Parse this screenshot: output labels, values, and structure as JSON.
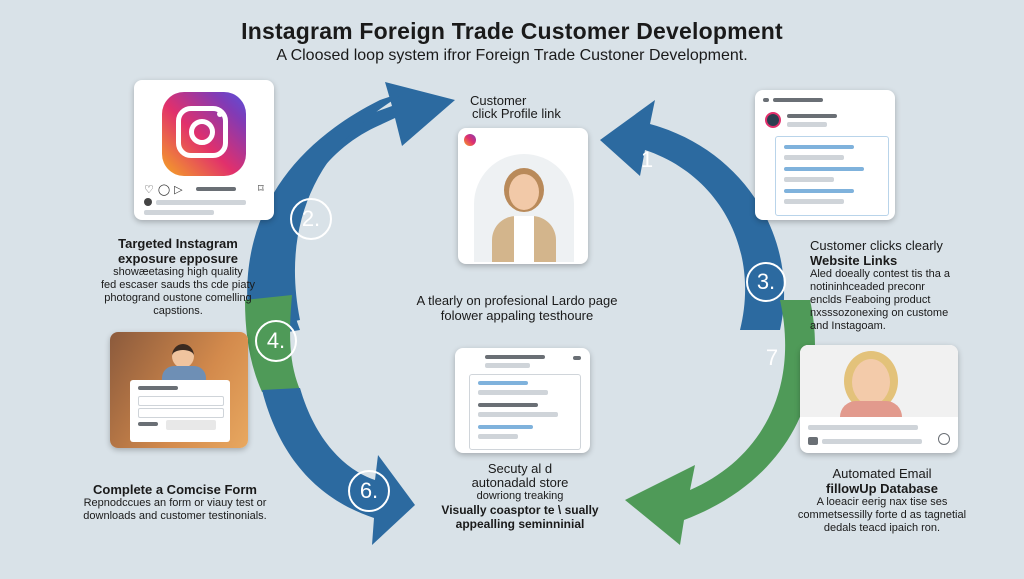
{
  "header": {
    "title": "Instagram Foreign Trade Customer Development",
    "subtitle": "A Cloosed loop system ifror Foreign Trade Custoner Development."
  },
  "colors": {
    "blue_arrow": "#2c6aa0",
    "green_arrow": "#4f9a58",
    "background": "#d9e2e8"
  },
  "steps": {
    "top": {
      "title_line1": "Customer",
      "title_line2": "click Profile link"
    },
    "left_top": {
      "number": "2.",
      "title_line1": "Targeted Instagram",
      "title_line2": "exposure epposure",
      "body_line1": "showæetasing high quality",
      "body_line2": "fed escaser sauds ths cde piaty",
      "body_line3": "photogrand oustone comelling",
      "body_line4": "capstions."
    },
    "center": {
      "line1": "A tlearly on profesional Lardo page",
      "line2": "folower appaling testhoure"
    },
    "right_top": {
      "number": "1",
      "number3": "3.",
      "title_line1": "Customer clicks clearly",
      "title_line2": "Website Links",
      "body_line1": "Aled doeally contest tis tha a",
      "body_line2": "notininhceaded preconr",
      "body_line3": "enclds Feaboing product",
      "body_line4": "nxsssozonexing on custome",
      "body_line5": "and Instagoam."
    },
    "left_bottom": {
      "number": "4.",
      "number6": "6.",
      "title": "Complete a Comcise Form",
      "body_line1": "Repnodccues an form or viauy test or",
      "body_line2": "downloads and customer testinonials."
    },
    "bottom_center": {
      "title_line1": "Secuty al d",
      "title_line2": "autonadald store",
      "body_line1": "dowriong treaking",
      "body_line2": "Visually coasptor te \\ sually",
      "body_line3": "appealling seminninial"
    },
    "right_bottom": {
      "number": "7",
      "title_line1": "Automated Email",
      "title_line2": "fillowUp Database",
      "body_line1": "A loeacir eerig nax tise ses",
      "body_line2": "commetsessilly forte d as tagnetial",
      "body_line3": "dedals teacd ipaich ron."
    }
  }
}
